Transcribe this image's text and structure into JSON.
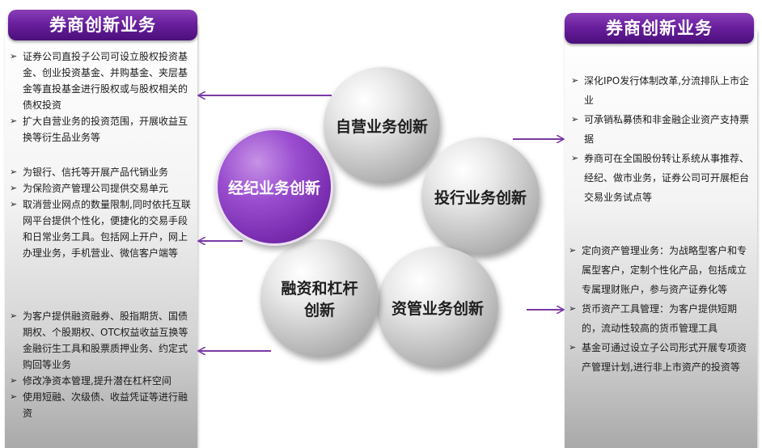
{
  "left": {
    "title": "券商创新业务",
    "groups": [
      [
        "证券公司直投子公司可设立股权投资基金、创业投资基金、并购基金、夹层基金等直投基金进行股权或与股权相关的债权投资",
        " 扩大自营业务的投资范围，开展收益互换等衍生品业务等"
      ],
      [
        "为银行、信托等开展产品代销业务",
        "为保险资产管理公司提供交易单元",
        "取消营业网点的数量限制,同时依托互联网平台提供个性化，便捷化的交易手段和日常业务工具。包括网上开户，网上办理业务，手机营业、微信客户端等"
      ],
      [
        "为客户提供融资融券、股指期货、国债期权、个股期权、OTC权益收益互换等金融衍生工具和股票质押业务、约定式购回等业务",
        "修改净资本管理,提升潜在杠杆空间",
        "使用短融、次级债、收益凭证等进行融资"
      ]
    ]
  },
  "right": {
    "title": "券商创新业务",
    "groups": [
      [
        "深化IPO发行体制改革,分流排队上市企业",
        "可承销私募债和非金融企业资产支持票据",
        "券商可在全国股份转让系统从事推荐、经纪、做市业务，证券公司可开展柜台交易业务试点等"
      ],
      [
        "定向资产管理业务：为战略型客户和专属型客户，定制个性化产品，包括成立专属理财账户，参与资产证券化等",
        "货币资产工具管理：为客户提供短期的，流动性较高的货币管理工具",
        "基金可通过设立子公司形式开展专项资产管理计划,进行非上市资产的投资等"
      ]
    ]
  },
  "circles": {
    "proprietary": "自营业务创新",
    "investment_banking": "投行业务创新",
    "asset_management": "资管业务创新",
    "financing_leverage": "融资和杠杆创新",
    "brokerage": "经纪业务创新"
  },
  "colors": {
    "accent": "#6a1f9e",
    "arrow": "#7a3aa5"
  }
}
